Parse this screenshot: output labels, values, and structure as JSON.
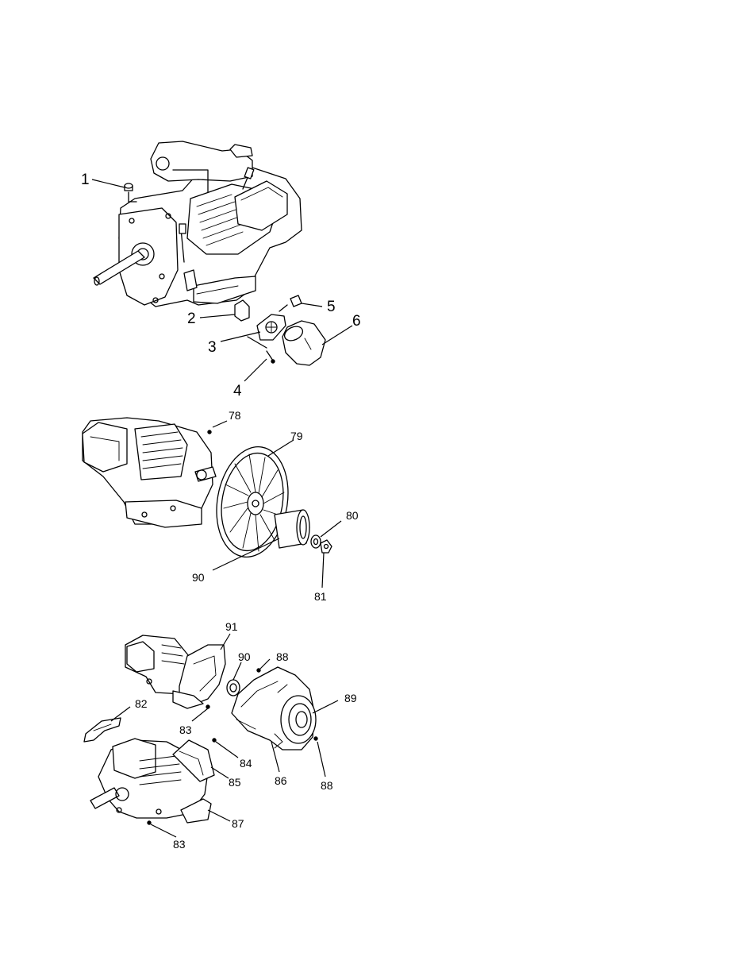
{
  "callouts": {
    "top": [
      "1",
      "2",
      "3",
      "4",
      "5",
      "6"
    ],
    "middle": [
      "78",
      "79",
      "80",
      "81",
      "90"
    ],
    "bottom": [
      "91",
      "90",
      "88",
      "82",
      "83",
      "89",
      "84",
      "85",
      "86",
      "88",
      "87",
      "83"
    ]
  }
}
